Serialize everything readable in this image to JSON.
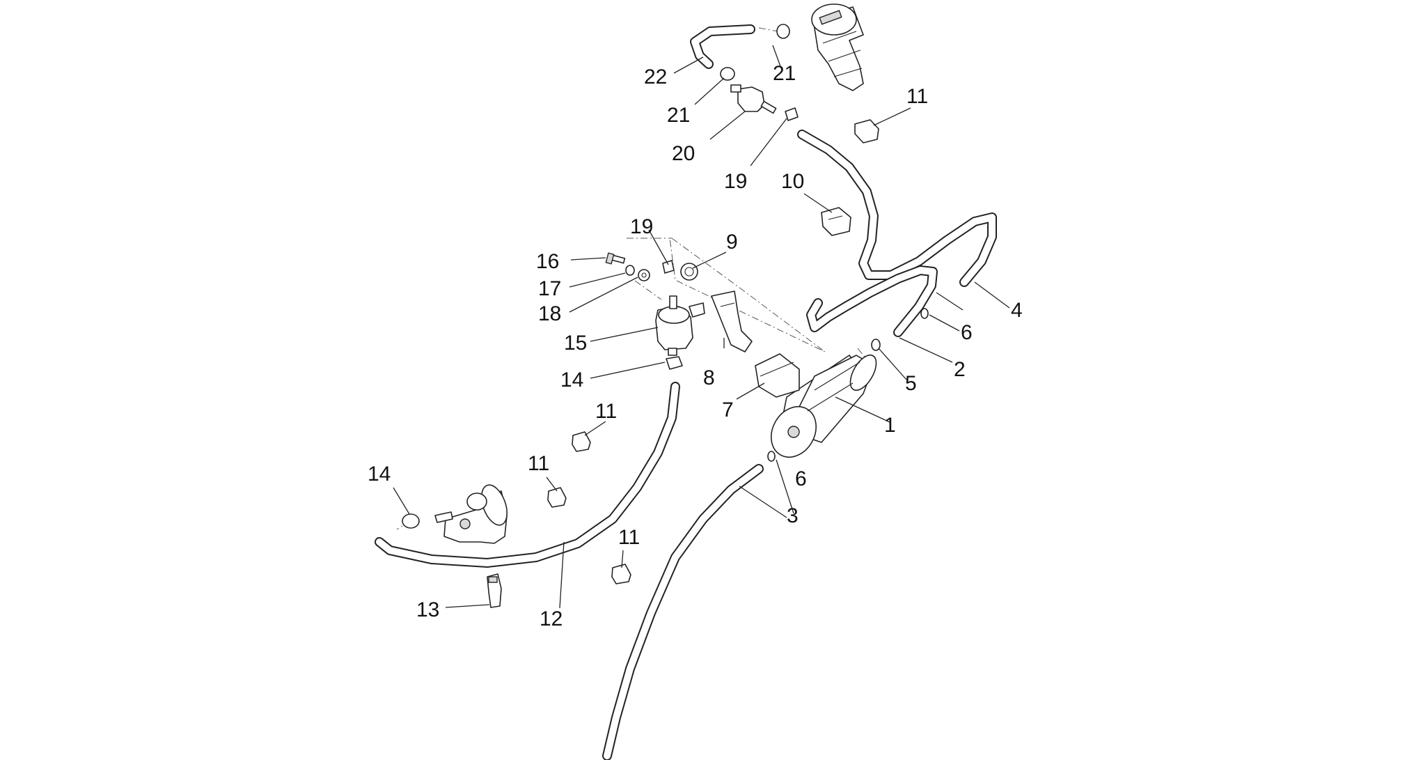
{
  "diagram": {
    "callouts": [
      "1",
      "2",
      "3",
      "4",
      "5",
      "6",
      "6",
      "7",
      "8",
      "9",
      "10",
      "11",
      "11",
      "11",
      "11",
      "12",
      "13",
      "14",
      "14",
      "15",
      "16",
      "17",
      "18",
      "19",
      "19",
      "20",
      "21",
      "21",
      "22"
    ]
  }
}
